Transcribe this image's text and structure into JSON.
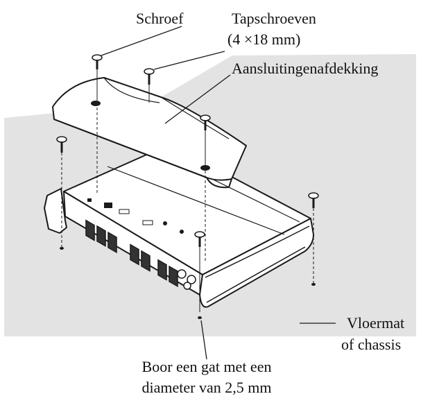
{
  "labels": {
    "screw": "Schroef",
    "tapping_screws": "Tapschroeven",
    "tapping_screws_size": "(4 ×18 mm)",
    "terminal_cover": "Aansluitingenafdekking",
    "floor_mat_line1": "Vloermat",
    "floor_mat_line2": "of chassis",
    "drill_line1": "Boor een gat met een",
    "drill_line2": "diameter van 2,5 mm"
  },
  "colors": {
    "floor": "#e3e3e3",
    "line": "#1a1a1a",
    "body": "#ffffff"
  },
  "icons": [
    "screw-icon",
    "tapping-screw-icon",
    "terminal-block-icon"
  ]
}
